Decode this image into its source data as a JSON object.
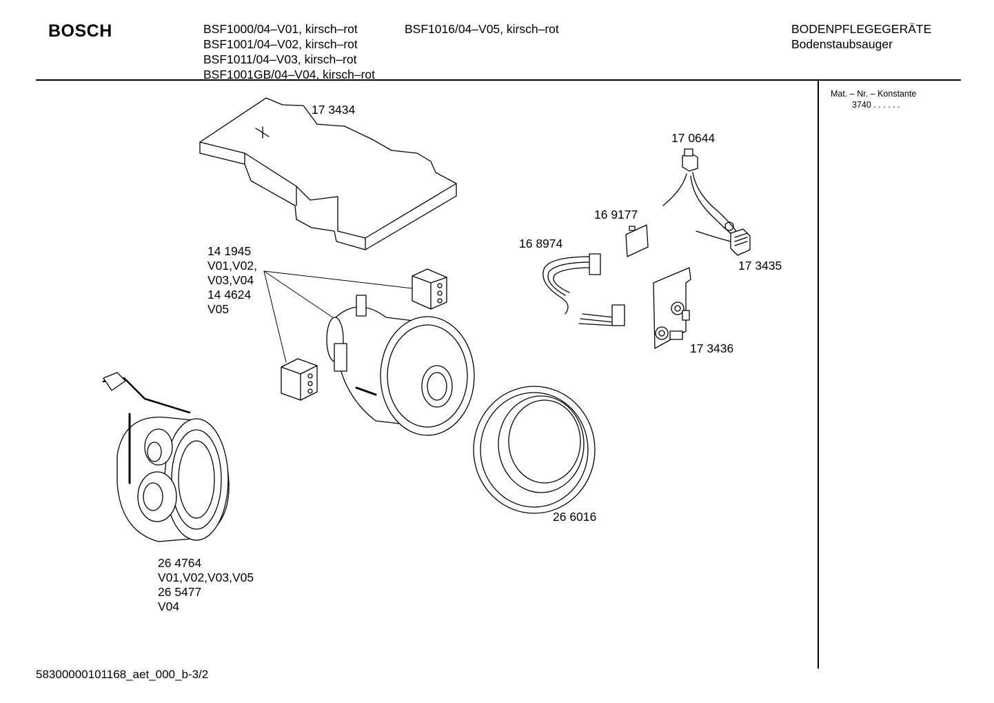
{
  "header": {
    "brand": "BOSCH",
    "models_col1": [
      "BSF1000/04–V01, kirsch–rot",
      "BSF1001/04–V02, kirsch–rot",
      "BSF1011/04–V03, kirsch–rot",
      "BSF1001GB/04–V04, kirsch–rot"
    ],
    "models_col2": [
      "BSF1016/04–V05, kirsch–rot"
    ],
    "category": "BODENPFLEGEGERÄTE",
    "subcategory": "Bodenstaubsauger"
  },
  "side_panel": {
    "title": "Mat. – Nr. – Konstante",
    "code": "3740 . .   . . . ."
  },
  "parts": [
    {
      "id": "cover",
      "lines": [
        "17 3434"
      ]
    },
    {
      "id": "switch",
      "lines": [
        "17 0644"
      ]
    },
    {
      "id": "plate",
      "lines": [
        "16 9177"
      ]
    },
    {
      "id": "harness",
      "lines": [
        "16 8974"
      ]
    },
    {
      "id": "connector",
      "lines": [
        "17 3435"
      ]
    },
    {
      "id": "motor",
      "lines": [
        "14 1945",
        "V01,V02,",
        "V03,V04",
        "14 4624",
        "V05"
      ]
    },
    {
      "id": "pcb",
      "lines": [
        "17 3436"
      ]
    },
    {
      "id": "seal-ring",
      "lines": [
        "26 6016"
      ]
    },
    {
      "id": "cable-reel",
      "lines": [
        "26 4764",
        "V01,V02,V03,V05",
        "26 5477",
        "V04"
      ]
    }
  ],
  "footer": {
    "doc_id": "58300000101168_aet_000_b-3/2"
  }
}
